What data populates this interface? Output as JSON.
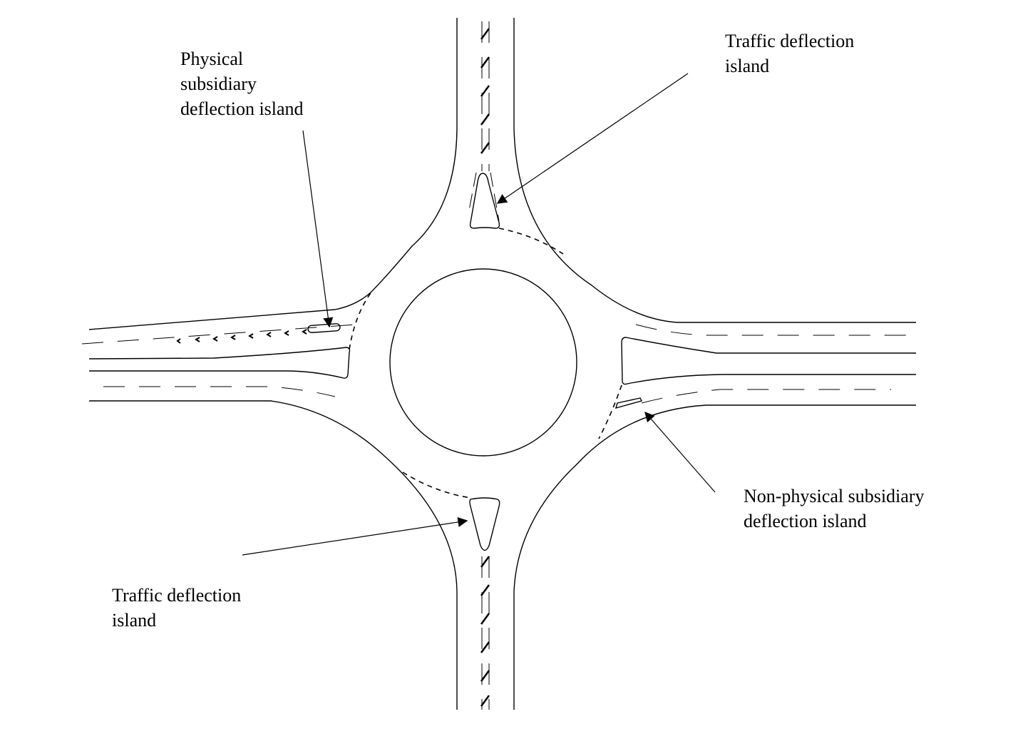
{
  "labels": {
    "top_right": [
      "Traffic deflection",
      "island"
    ],
    "top_left": [
      "Physical",
      "subsidiary",
      "deflection island"
    ],
    "bottom_right": [
      "Non-physical subsidiary",
      "deflection island"
    ],
    "bottom_left": [
      "Traffic deflection",
      "island"
    ]
  }
}
